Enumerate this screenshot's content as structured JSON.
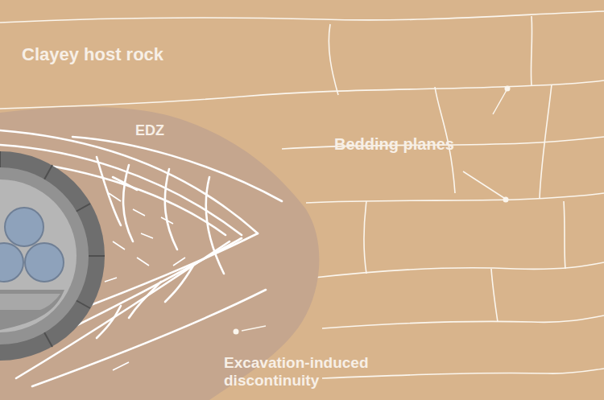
{
  "diagram": {
    "labels": [
      "Clayey host rock",
      "EDZ",
      "Bedding planes",
      "Excavation-induced discontinuity"
    ]
  }
}
